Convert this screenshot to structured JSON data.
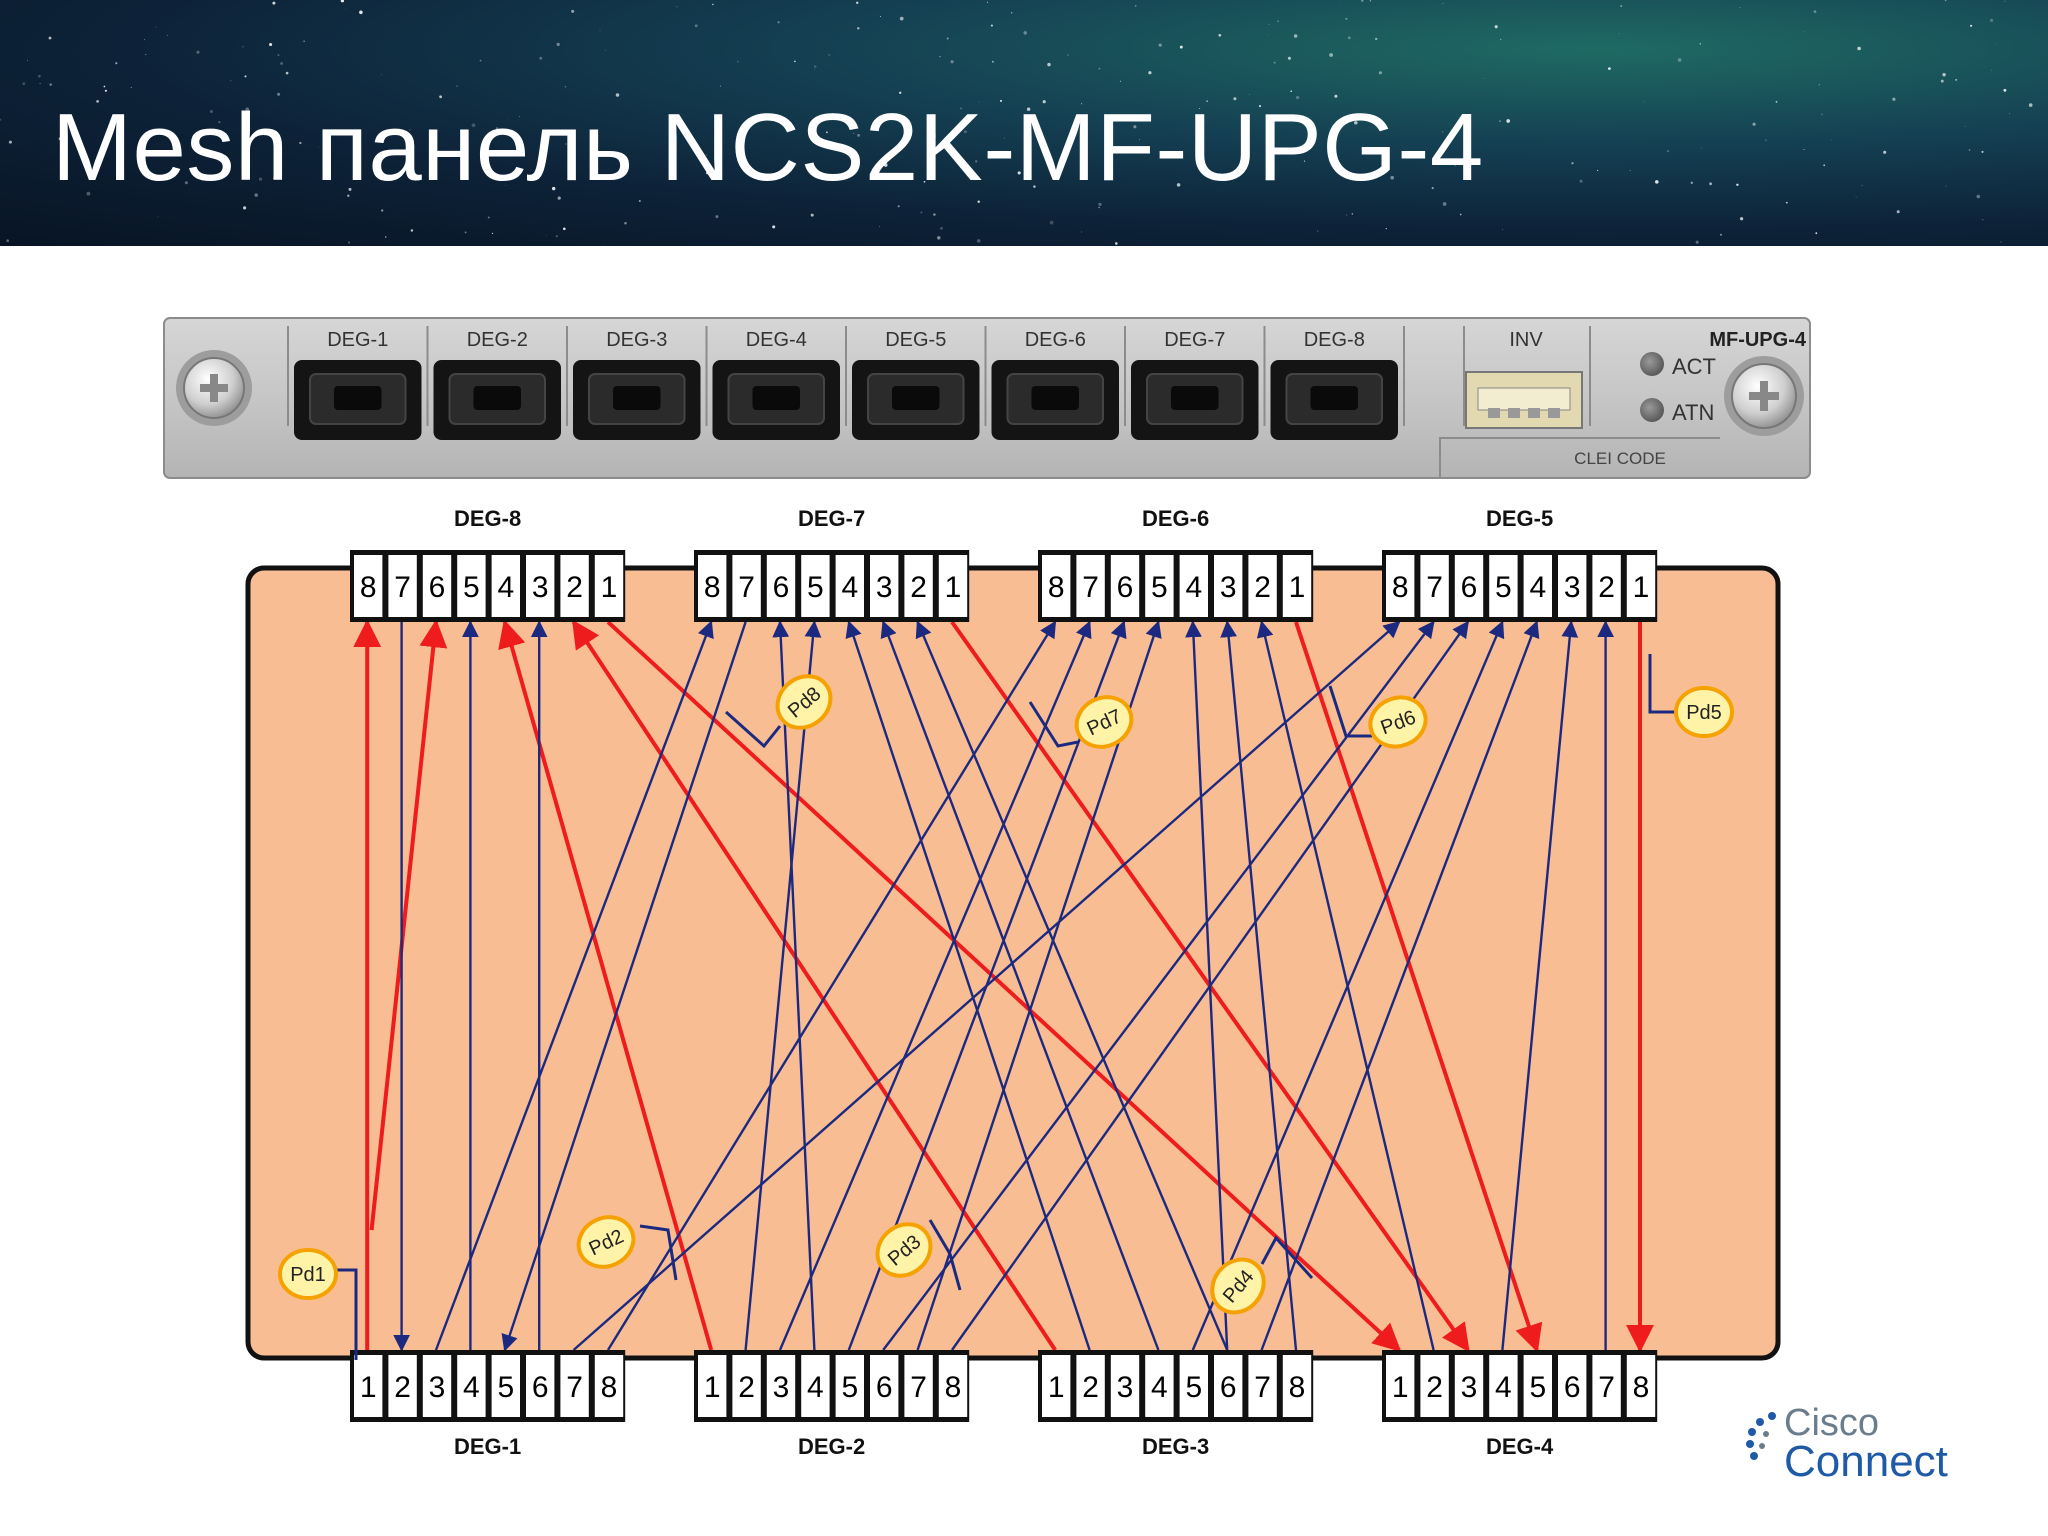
{
  "title": "Mesh панель NCS2K-MF-UPG-4",
  "panel": {
    "model": "MF-UPG-4",
    "ports": [
      "DEG-1",
      "DEG-2",
      "DEG-3",
      "DEG-4",
      "DEG-5",
      "DEG-6",
      "DEG-7",
      "DEG-8"
    ],
    "inv_label": "INV",
    "act_label": "ACT",
    "atn_label": "ATN",
    "clei_label": "CLEI CODE"
  },
  "diagram": {
    "top_connectors": [
      {
        "label": "DEG-8",
        "fibers": [
          "8",
          "7",
          "6",
          "5",
          "4",
          "3",
          "2",
          "1"
        ]
      },
      {
        "label": "DEG-7",
        "fibers": [
          "8",
          "7",
          "6",
          "5",
          "4",
          "3",
          "2",
          "1"
        ]
      },
      {
        "label": "DEG-6",
        "fibers": [
          "8",
          "7",
          "6",
          "5",
          "4",
          "3",
          "2",
          "1"
        ]
      },
      {
        "label": "DEG-5",
        "fibers": [
          "8",
          "7",
          "6",
          "5",
          "4",
          "3",
          "2",
          "1"
        ]
      }
    ],
    "bottom_connectors": [
      {
        "label": "DEG-1",
        "fibers": [
          "1",
          "2",
          "3",
          "4",
          "5",
          "6",
          "7",
          "8"
        ]
      },
      {
        "label": "DEG-2",
        "fibers": [
          "1",
          "2",
          "3",
          "4",
          "5",
          "6",
          "7",
          "8"
        ]
      },
      {
        "label": "DEG-3",
        "fibers": [
          "1",
          "2",
          "3",
          "4",
          "5",
          "6",
          "7",
          "8"
        ]
      },
      {
        "label": "DEG-4",
        "fibers": [
          "1",
          "2",
          "3",
          "4",
          "5",
          "6",
          "7",
          "8"
        ]
      }
    ],
    "photodiodes": [
      "Pd1",
      "Pd2",
      "Pd3",
      "Pd4",
      "Pd5",
      "Pd6",
      "Pd7",
      "Pd8"
    ],
    "colors": {
      "tx": "#ee1c1c",
      "rx": "#1b2a80",
      "board": "#f9bd94",
      "badge": "#fff3a8",
      "badge_border": "#f5a200"
    }
  },
  "logo": {
    "line1": "Cisco",
    "line2": "Connect"
  }
}
